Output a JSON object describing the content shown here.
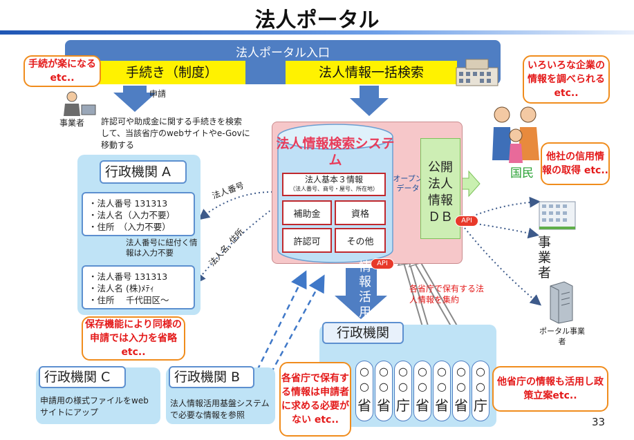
{
  "title": "法人ポータル",
  "portal_entrance": "法人ポータル入口",
  "procedures_label": "手続き（制度）",
  "bulk_search_label": "法人情報一括検索",
  "callout_easy": "手続が楽になる etc..",
  "application_label": "申請",
  "business_operator": "事業者",
  "procedure_desc": "許認可や助成金に関する手続きを検索して、当該省庁のwebサイトやe-Govに移動する",
  "agency_a": {
    "title": "行政機関 A",
    "before": [
      "・法人番号 131313",
      "・法人名（入力不要）",
      "・住所　（入力不要）"
    ],
    "link_note": "法人番号に紐付く情報は入力不要",
    "after": [
      "・法人番号 131313",
      "・法人名 (株)ﾒﾃｨ",
      "・住所　 千代田区～"
    ]
  },
  "arrow_label_number": "法人番号",
  "arrow_label_name_address": "法人名, 住所",
  "callout_save": "保存機能により同様の申請では入力を省略 etc..",
  "search_system": {
    "title": "法人情報検索システム",
    "basic_info_title": "法人基本３情報",
    "basic_info_sub": "（法人番号、商号・屋号、所在地）",
    "cells": [
      "補助金",
      "資格",
      "許認可",
      "その他"
    ]
  },
  "open_data_label": "オープンデータ",
  "public_db": "公開法人情報ＤＢ",
  "api_label": "API",
  "info_use_label": "情報活用",
  "aggregate_label": "各省庁で保有する法人情報を集約",
  "citizens_label": "国民",
  "callout_various": "いろいろな企業の情報を調べられる etc..",
  "callout_credit": "他社の信用情報の取得 etc..",
  "business_label": "事業者",
  "portal_business_label": "ポータル事業者",
  "gov_agencies": {
    "title": "行政機関",
    "ministries": [
      "省",
      "省",
      "庁",
      "省",
      "省",
      "省",
      "庁"
    ]
  },
  "agency_c": {
    "title": "行政機関 C",
    "desc": "申請用の様式ファイルをwebサイトにアップ"
  },
  "agency_b": {
    "title": "行政機関 B",
    "desc": "法人情報活用基盤システムで必要な情報を参照"
  },
  "callout_noneed": "各省庁で保有する情報は申請者に求める必要がない etc..",
  "callout_policy": "他省庁の情報も活用し政策立案etc..",
  "page_number": "33",
  "colors": {
    "accent_blue": "#4f7ec3",
    "callout_border": "#f08c1c",
    "callout_text": "#e41a1a",
    "highlight_yellow": "#fff200"
  }
}
